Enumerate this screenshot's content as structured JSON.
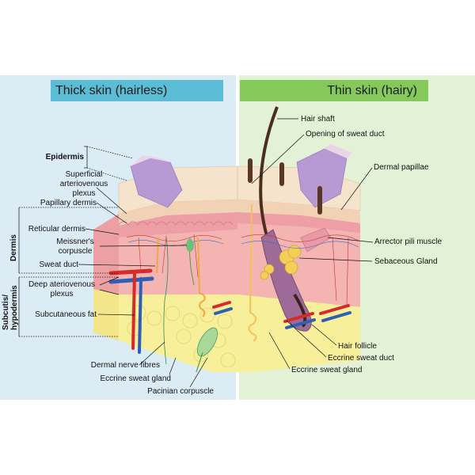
{
  "panels": {
    "left_title": "Thick skin (hairless)",
    "right_title": "Thin skin (hairy)"
  },
  "side_labels": {
    "dermis": "Dermis",
    "subcutis_line1": "Subcutis/",
    "subcutis_line2": "hypodermis"
  },
  "left_labels": {
    "epidermis": "Epidermis",
    "superficial_1": "Superficial",
    "superficial_2": "arteriovenous",
    "superficial_3": "plexus",
    "papillary_dermis": "Papillary dermis",
    "reticular_dermis": "Reticular dermis",
    "meissner_1": "Meissner's",
    "meissner_2": "corpuscle",
    "sweat_duct": "Sweat duct",
    "deep_1": "Deep ateriovenous",
    "deep_2": "plexus",
    "subcutaneous_fat": "Subcutaneous fat",
    "dermal_nerve": "Dermal nerve fibres",
    "eccrine_left": "Eccrine sweat gland",
    "pacinian": "Pacinian corpuscle"
  },
  "right_labels": {
    "hair_shaft": "Hair shaft",
    "opening_sweat_duct": "Opening of sweat duct",
    "dermal_papillae": "Dermal papillae",
    "arrector": "Arrector pili muscle",
    "sebaceous": "Sebaceous Gland",
    "hair_follicle": "Hair follicle",
    "eccrine_duct": "Eccrine sweat duct",
    "eccrine_gland": "Eccrine sweat gland"
  }
}
